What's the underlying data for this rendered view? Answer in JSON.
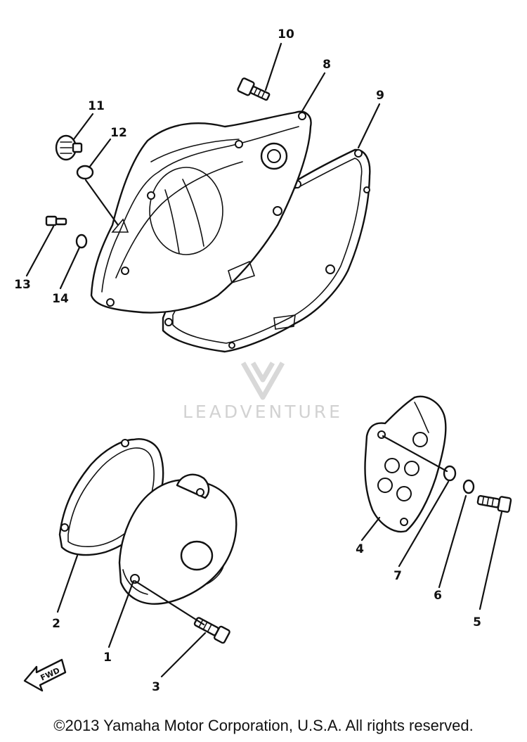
{
  "callouts": {
    "c1": "1",
    "c2": "2",
    "c3": "3",
    "c4": "4",
    "c5": "5",
    "c6": "6",
    "c7": "7",
    "c8": "8",
    "c9": "9",
    "c10": "10",
    "c11": "11",
    "c12": "12",
    "c13": "13",
    "c14": "14"
  },
  "fwd_label": "FWD",
  "watermark": {
    "brand": "LEADVENTURE"
  },
  "copyright": "©2013 Yamaha Motor Corporation, U.S.A. All rights reserved.",
  "colors": {
    "line": "#111111",
    "watermark": "#d2d2d2",
    "background": "#ffffff"
  }
}
